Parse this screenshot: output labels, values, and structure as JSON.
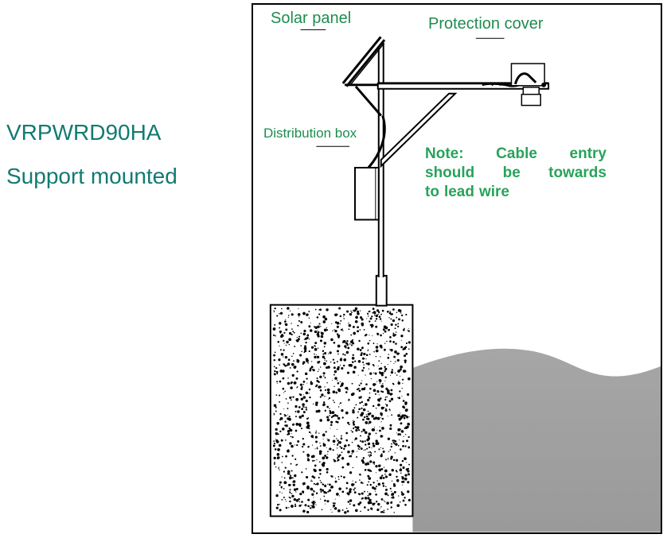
{
  "heading": {
    "model": "VRPWRD90HA",
    "mounting": "Support mounted"
  },
  "labels": {
    "solar_panel": "Solar panel",
    "protection_cover": "Protection cover",
    "distribution_box": "Distribution box"
  },
  "note": {
    "line1": [
      "Note:",
      "Cable",
      "entry"
    ],
    "line2": [
      "should",
      "be",
      "towards"
    ],
    "line3": [
      "to",
      "lead",
      "wire"
    ]
  },
  "colors": {
    "heading": "#127a72",
    "labels": "#1e8c4e",
    "note": "#28a35a",
    "water": "#a9a9a9"
  }
}
